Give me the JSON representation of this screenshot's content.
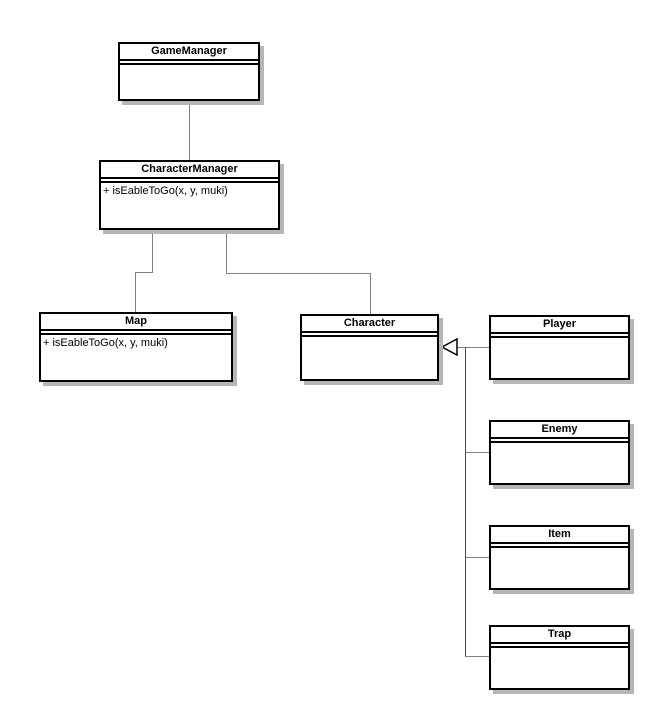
{
  "diagram": {
    "type": "uml-class-diagram",
    "background": "#ffffff",
    "colors": {
      "box_border": "#000000",
      "box_fill": "#ffffff",
      "box_shadow": "#b6b6b6",
      "connector": "#808080",
      "connector_trunk": "#4d4d4d",
      "text": "#000000"
    },
    "classes": [
      {
        "name": "GameManager",
        "attributes": [],
        "methods": []
      },
      {
        "name": "CharacterManager",
        "attributes": [],
        "methods": [
          "+ isEableToGo(x, y, muki)"
        ]
      },
      {
        "name": "Map",
        "attributes": [],
        "methods": [
          "+ isEableToGo(x, y, muki)"
        ]
      },
      {
        "name": "Character",
        "attributes": [],
        "methods": []
      },
      {
        "name": "Player",
        "attributes": [],
        "methods": []
      },
      {
        "name": "Enemy",
        "attributes": [],
        "methods": []
      },
      {
        "name": "Item",
        "attributes": [],
        "methods": []
      },
      {
        "name": "Trap",
        "attributes": [],
        "methods": []
      }
    ],
    "relationships": [
      {
        "from": "GameManager",
        "to": "CharacterManager",
        "type": "association"
      },
      {
        "from": "CharacterManager",
        "to": "Map",
        "type": "association"
      },
      {
        "from": "CharacterManager",
        "to": "Character",
        "type": "association"
      },
      {
        "from": "Player",
        "to": "Character",
        "type": "generalization"
      },
      {
        "from": "Enemy",
        "to": "Character",
        "type": "generalization"
      },
      {
        "from": "Item",
        "to": "Character",
        "type": "generalization"
      },
      {
        "from": "Trap",
        "to": "Character",
        "type": "generalization"
      }
    ]
  }
}
